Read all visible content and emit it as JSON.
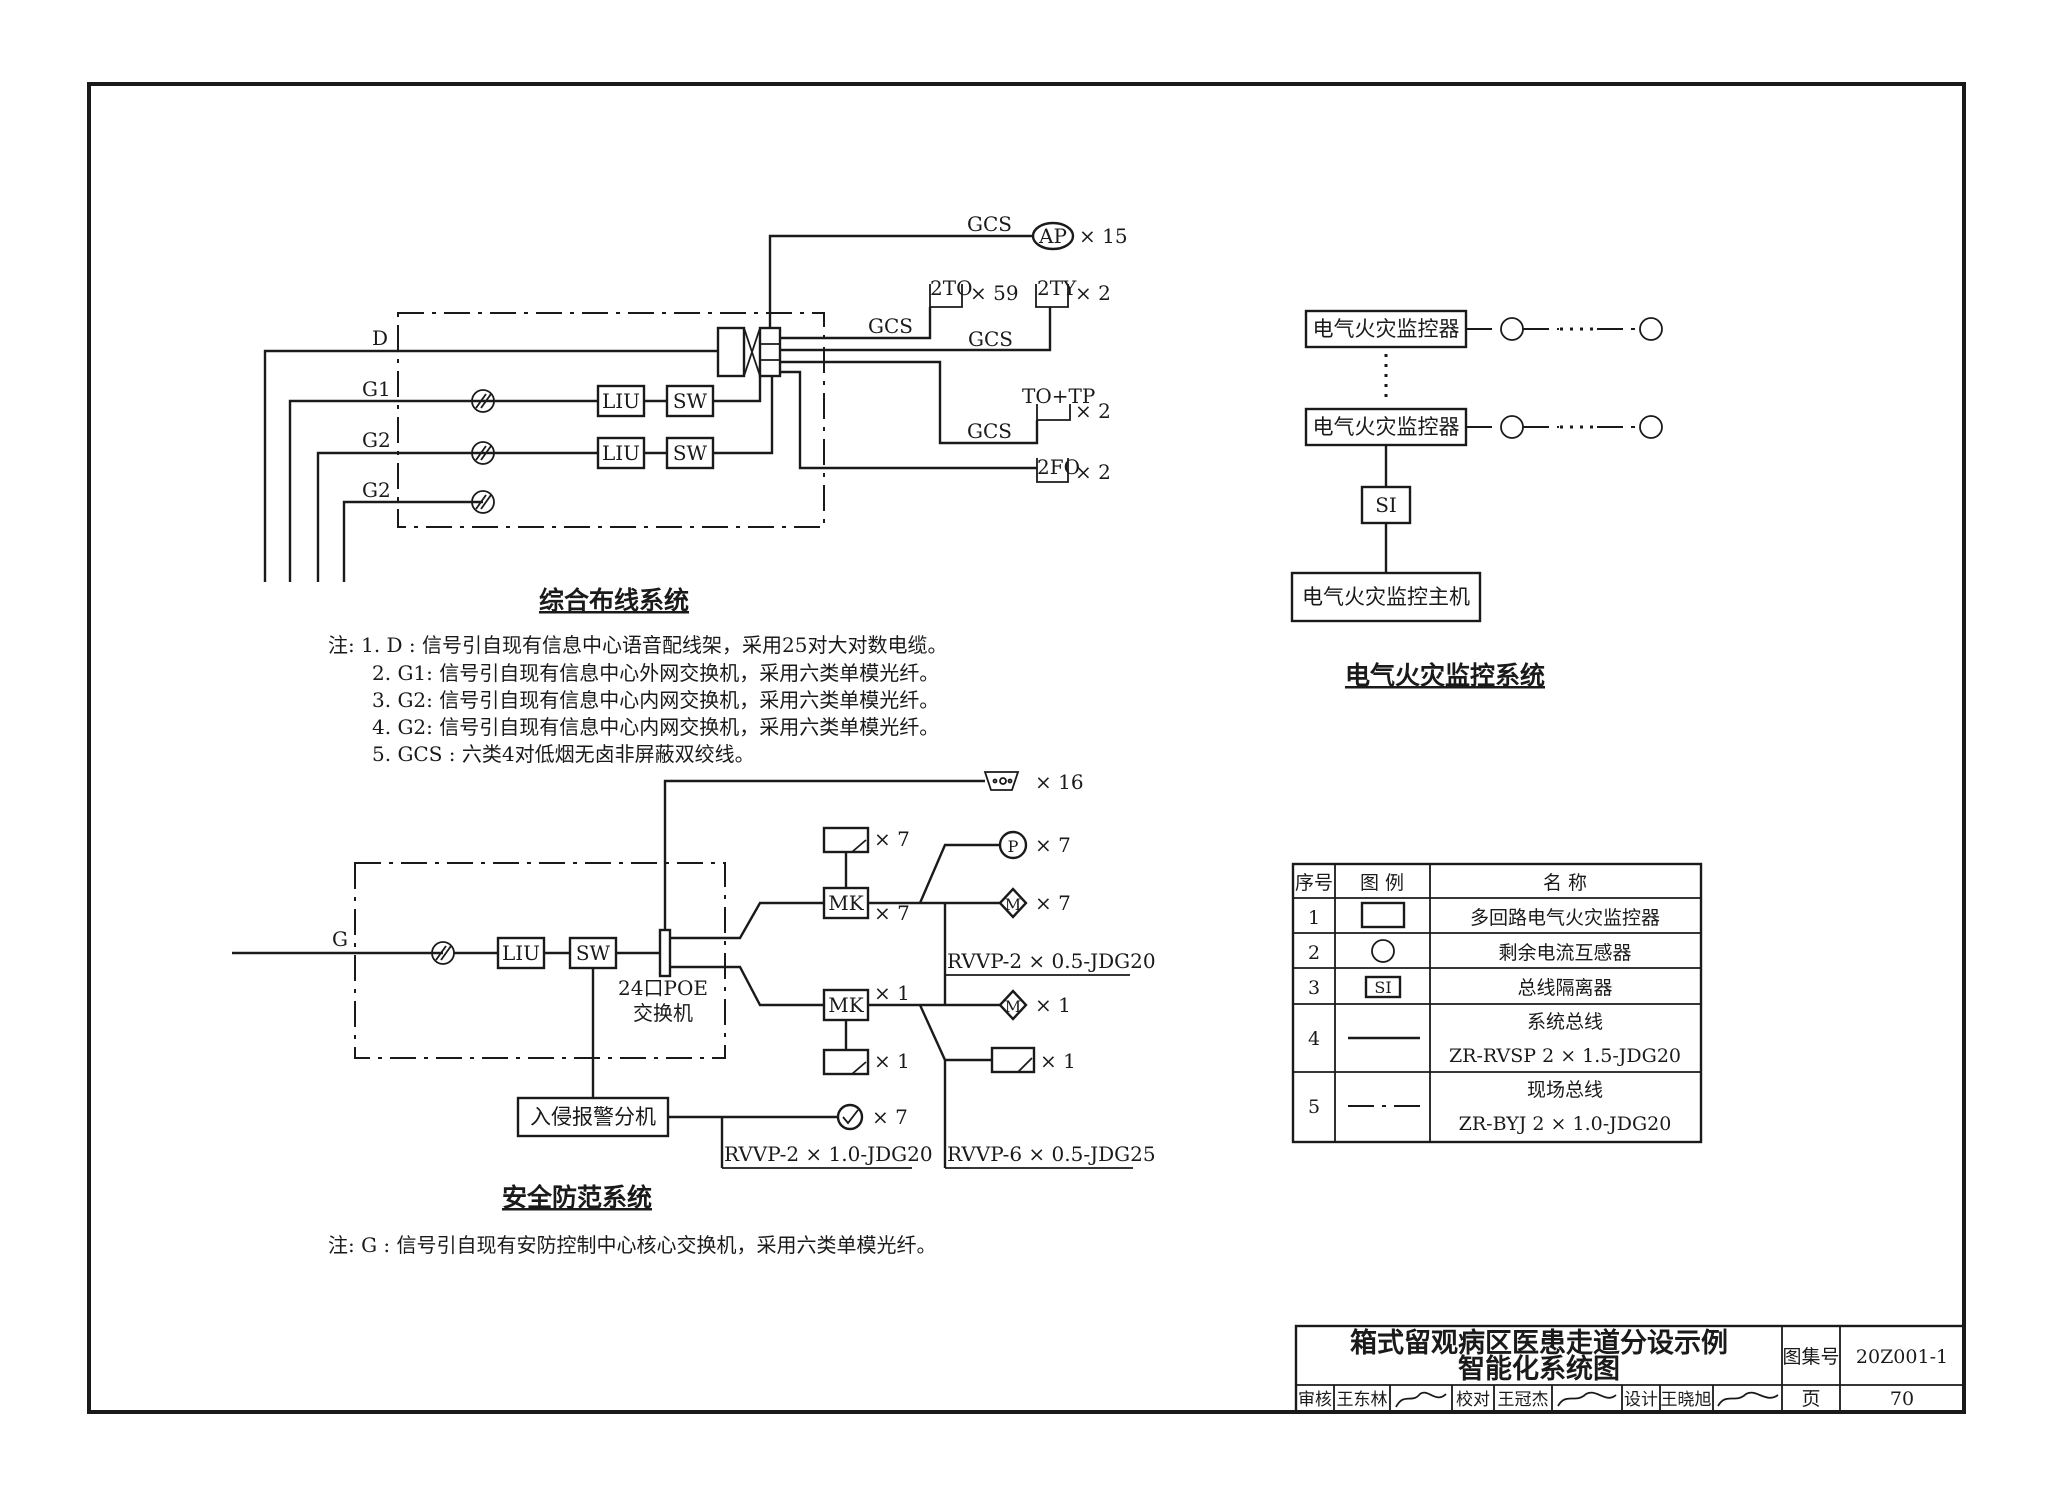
{
  "cabling": {
    "title": "综合布线系统",
    "line_labels": [
      "D",
      "G1",
      "G2",
      "G2"
    ],
    "liu": "LIU",
    "sw": "SW",
    "gcs": "GCS",
    "ap": "AP",
    "ap_count": "× 15",
    "to2": "2TO",
    "to2_count": "× 59",
    "ty2": "2TY",
    "ty2_count": "× 2",
    "totp": "TO+TP",
    "totp_count": "× 2",
    "fo2": "2FO",
    "fo2_count": "× 2",
    "notes": [
      "注: 1. D :    信号引自现有信息中心语音配线架，采用25对大对数电缆。",
      "2. G1:    信号引自现有信息中心外网交换机，采用六类单模光纤。",
      "3. G2:    信号引自现有信息中心内网交换机，采用六类单模光纤。",
      "4. G2:    信号引自现有信息中心内网交换机，采用六类单模光纤。",
      "5. GCS :  六类4对低烟无卤非屏蔽双绞线。"
    ]
  },
  "fire": {
    "title": "电气火灾监控系统",
    "monitor": "电气火灾监控器",
    "si": "SI",
    "host": "电气火灾监控主机"
  },
  "security": {
    "title": "安全防范系统",
    "g": "G",
    "liu": "LIU",
    "sw": "SW",
    "poe_line1": "24口POE",
    "poe_line2": "交换机",
    "mk": "MK",
    "alarm": "入侵报警分机",
    "camera_count": "× 16",
    "x7": "× 7",
    "x1": "× 1",
    "m": "M",
    "p": "P",
    "cable1": "RVVP-2 × 0.5-JDG20",
    "cable2": "RVVP-2 × 1.0-JDG20",
    "cable3": "RVVP-6 × 0.5-JDG25",
    "note": "注:   G :  信号引自现有安防控制中心核心交换机，采用六类单模光纤。"
  },
  "legend": {
    "headers": [
      "序号",
      "图 例",
      "名  称"
    ],
    "rows": [
      {
        "no": "1",
        "name": "多回路电气火灾监控器"
      },
      {
        "no": "2",
        "name": "剩余电流互感器"
      },
      {
        "no": "3",
        "symbol": "SI",
        "name": "总线隔离器"
      },
      {
        "no": "4",
        "name": "系统总线",
        "name2": "ZR-RVSP  2 × 1.5-JDG20"
      },
      {
        "no": "5",
        "name": "现场总线",
        "name2": "ZR-BYJ  2 × 1.0-JDG20"
      }
    ]
  },
  "title_block": {
    "title1": "箱式留观病区医患走道分设示例",
    "title2": "智能化系统图",
    "atlas_label": "图集号",
    "atlas_no": "20Z001-1",
    "review_label": "审核",
    "review_name": "王东林",
    "check_label": "校对",
    "check_name": "王冠杰",
    "design_label": "设计",
    "design_name": "王晓旭",
    "page_label": "页",
    "page_no": "70"
  }
}
